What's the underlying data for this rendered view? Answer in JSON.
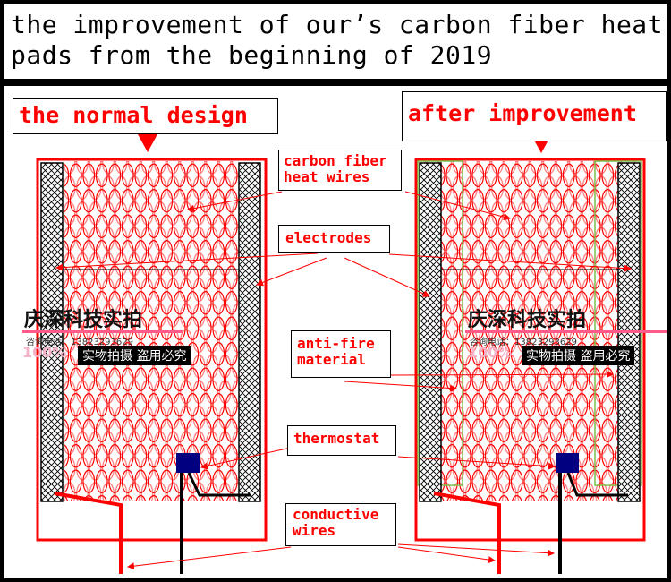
{
  "header": {
    "line1": "the improvement of our’s carbon fiber heat",
    "line2": "pads from the beginning of 2019"
  },
  "panels": {
    "normal_title": "the normal design",
    "improved_title": "after improvement"
  },
  "callouts": {
    "carbon_fiber_line1": "carbon fiber",
    "carbon_fiber_line2": "heat wires",
    "electrodes": "electrodes",
    "anti_fire_line1": "anti-fire",
    "anti_fire_line2": "material",
    "thermostat": "thermostat",
    "conductive_line1": "conductive",
    "conductive_line2": "wires"
  },
  "watermark": {
    "company": "庆深科技实拍",
    "phone": "咨询电话：13823293629",
    "band": "实物拍摄  盗用必究",
    "stamp": "100%"
  },
  "colors": {
    "wire_red": "#ff0000",
    "label_red": "#ff0000",
    "anti_fire_green": "#7cc04a",
    "electrode_fill": "#ffffff",
    "thermostat_navy": "#000080",
    "watermark_pink": "#ff5a8a"
  }
}
